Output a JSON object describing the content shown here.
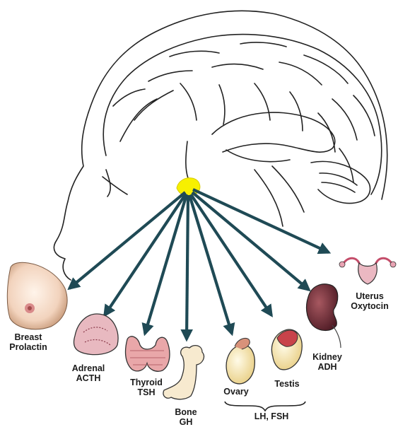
{
  "diagram": {
    "center": {
      "name": "pituitary-gland",
      "color": "#f7f000"
    },
    "arrow_color": "#1f4a55",
    "targets": [
      {
        "organ": "Breast",
        "hormone": "Prolactin"
      },
      {
        "organ": "Adrenal",
        "hormone": "ACTH"
      },
      {
        "organ": "Thyroid",
        "hormone": "TSH"
      },
      {
        "organ": "Bone",
        "hormone": "GH"
      },
      {
        "organ": "Ovary",
        "hormone": ""
      },
      {
        "organ": "Testis",
        "hormone": ""
      },
      {
        "organ": "Kidney",
        "hormone": "ADH"
      },
      {
        "organ": "Uterus",
        "hormone": "Oxytocin"
      }
    ],
    "gonad_hormones": "LH,  FSH"
  }
}
